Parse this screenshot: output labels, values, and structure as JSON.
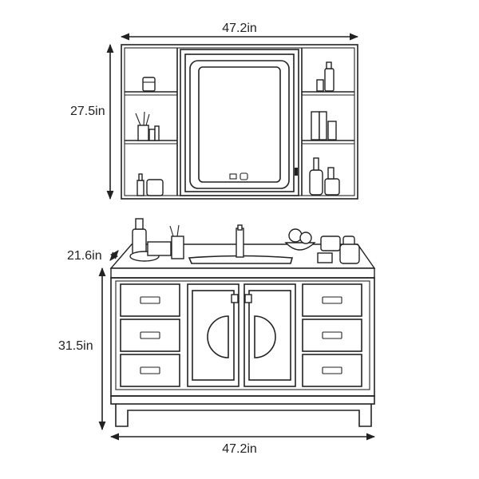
{
  "dimensions": {
    "cabinet_width": "47.2in",
    "cabinet_height": "27.5in",
    "vanity_depth": "21.6in",
    "vanity_height": "31.5in",
    "vanity_width": "47.2in"
  },
  "mirror_display": {
    "left_icon": "sun-icon",
    "right_icon": "clock-icon"
  }
}
